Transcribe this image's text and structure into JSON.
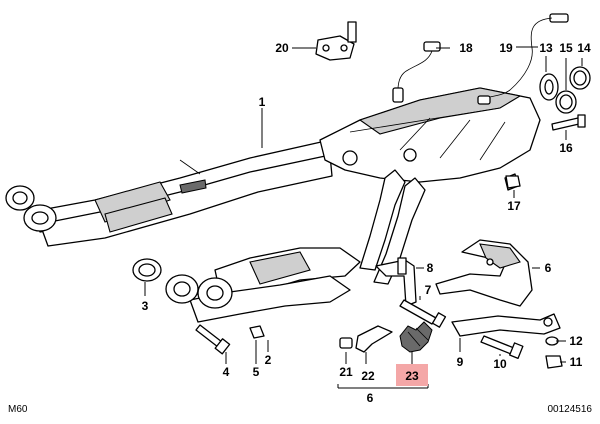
{
  "diagram": {
    "model_code": "M60",
    "diagram_number": "00124516",
    "highlight_color": "#f4a7a7",
    "callouts": [
      {
        "id": "1",
        "label": "1"
      },
      {
        "id": "2",
        "label": "2"
      },
      {
        "id": "3",
        "label": "3"
      },
      {
        "id": "4",
        "label": "4"
      },
      {
        "id": "5",
        "label": "5"
      },
      {
        "id": "6a",
        "label": "6"
      },
      {
        "id": "6b",
        "label": "6"
      },
      {
        "id": "7",
        "label": "7"
      },
      {
        "id": "8",
        "label": "8"
      },
      {
        "id": "9",
        "label": "9"
      },
      {
        "id": "10",
        "label": "10"
      },
      {
        "id": "11",
        "label": "11"
      },
      {
        "id": "12",
        "label": "12"
      },
      {
        "id": "13",
        "label": "13"
      },
      {
        "id": "14",
        "label": "14"
      },
      {
        "id": "15",
        "label": "15"
      },
      {
        "id": "16",
        "label": "16"
      },
      {
        "id": "17",
        "label": "17"
      },
      {
        "id": "18",
        "label": "18"
      },
      {
        "id": "19",
        "label": "19"
      },
      {
        "id": "20",
        "label": "20"
      },
      {
        "id": "21",
        "label": "21"
      },
      {
        "id": "22",
        "label": "22"
      },
      {
        "id": "23",
        "label": "23",
        "highlighted": true
      }
    ]
  }
}
